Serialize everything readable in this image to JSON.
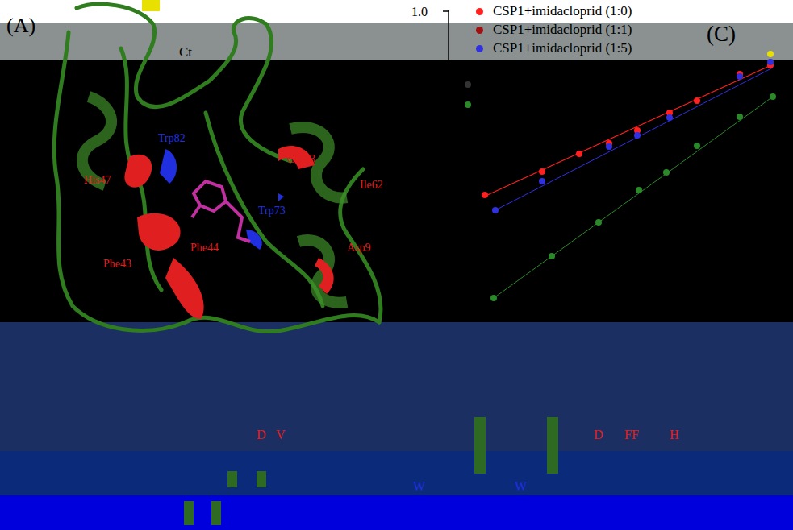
{
  "diagram": {
    "labels": [
      "(A)",
      "Ct",
      "Trp82",
      "His47",
      "Phe44",
      "Phe43",
      "Gln63",
      "Ile62",
      "Trp73",
      "Asp9",
      "(C)",
      "1.0",
      "D",
      "V",
      "D",
      "FF",
      "H",
      "W",
      "W"
    ],
    "legend": [
      {
        "text": "CSP1+imidacloprid (1:0)",
        "color": "#ff2020"
      },
      {
        "text": "CSP1+imidacloprid (1:1)",
        "color": "#a01010"
      },
      {
        "text": "CSP1+imidacloprid (1:5)",
        "color": "#3030e0"
      }
    ]
  }
}
